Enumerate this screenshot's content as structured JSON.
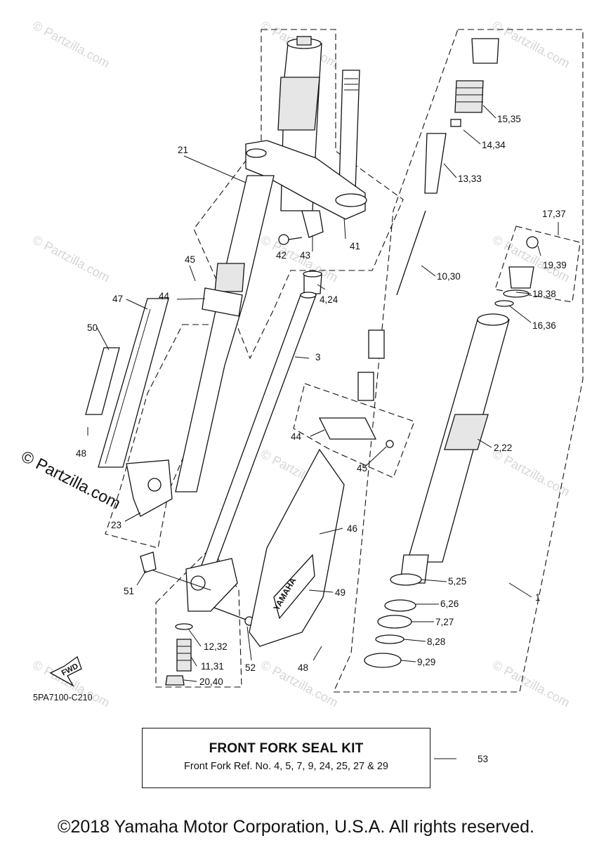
{
  "diagram": {
    "code": "5PA7100-C210",
    "fwd_label": "FWD",
    "emblem_text": "YAMAHA",
    "watermark_text": "© Partzilla.com",
    "logo_text": "© Partzilla.com",
    "labels": {
      "p1": "1",
      "p2_22": "2,22",
      "p3": "3",
      "p4_24": "4,24",
      "p5_25": "5,25",
      "p6_26": "6,26",
      "p7_27": "7,27",
      "p8_28": "8,28",
      "p9_29": "9,29",
      "p10_30": "10,30",
      "p11_31": "11,31",
      "p12_32": "12,32",
      "p13_33": "13,33",
      "p14_34": "14,34",
      "p15_35": "15,35",
      "p16_36": "16,36",
      "p17_37": "17,37",
      "p18_38": "18,38",
      "p19_39": "19,39",
      "p20_40": "20,40",
      "p21": "21",
      "p23": "23",
      "p41": "41",
      "p42": "42",
      "p43": "43",
      "p44a": "44",
      "p44b": "44",
      "p45a": "45",
      "p45b": "45",
      "p46": "46",
      "p47": "47",
      "p48a": "48",
      "p48b": "48",
      "p49": "49",
      "p50": "50",
      "p51": "51",
      "p52": "52",
      "p53": "53"
    }
  },
  "kit": {
    "title": "FRONT FORK SEAL KIT",
    "subtitle": "Front Fork Ref. No. 4, 5, 7, 9, 24, 25, 27 & 29"
  },
  "footer": {
    "copyright": "©2018 Yamaha Motor Corporation, U.S.A. All rights reserved."
  }
}
